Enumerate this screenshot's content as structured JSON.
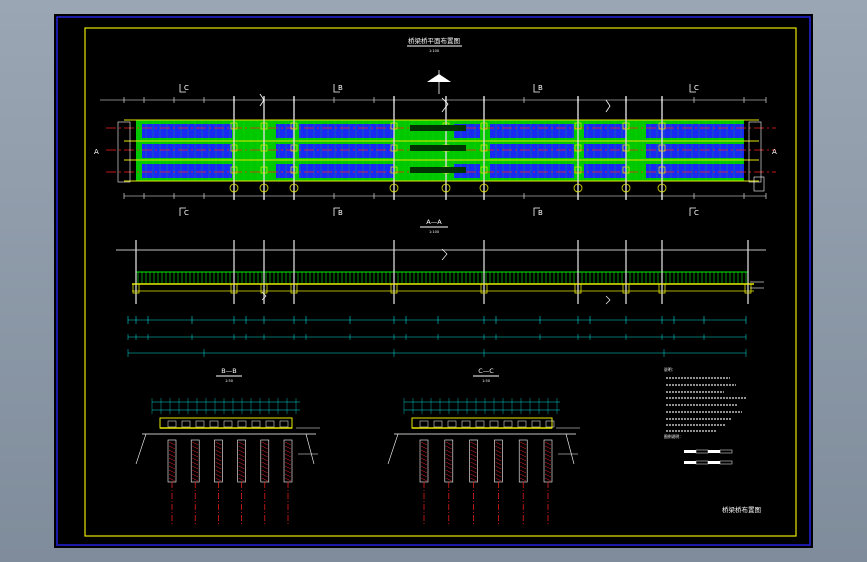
{
  "drawing": {
    "plan_title": "桥梁桥平面布置图",
    "plan_scale": "1:100",
    "section_a_title": "A—A",
    "section_a_scale": "1:100",
    "section_b_title": "B—B",
    "section_b_scale": "1:50",
    "section_c_title": "C—C",
    "section_c_scale": "1:50",
    "title_block": "桥梁桥布置图",
    "mark_a": "A",
    "mark_b": "B",
    "mark_c": "C",
    "notes_heading": "说明：",
    "legend_heading": "图例说明："
  },
  "colors": {
    "sheet": "#000000",
    "frame_outer": "#2222dd",
    "frame_inner": "#e8e800",
    "structure": "#e8e800",
    "pier": "#d8d8d8",
    "deck": "#00ee00",
    "deck_panel": "#1a22ff",
    "centerline": "#ff2020",
    "dimension": "#00e0e0",
    "text": "#ffffff",
    "hatch": "#ee2222"
  }
}
